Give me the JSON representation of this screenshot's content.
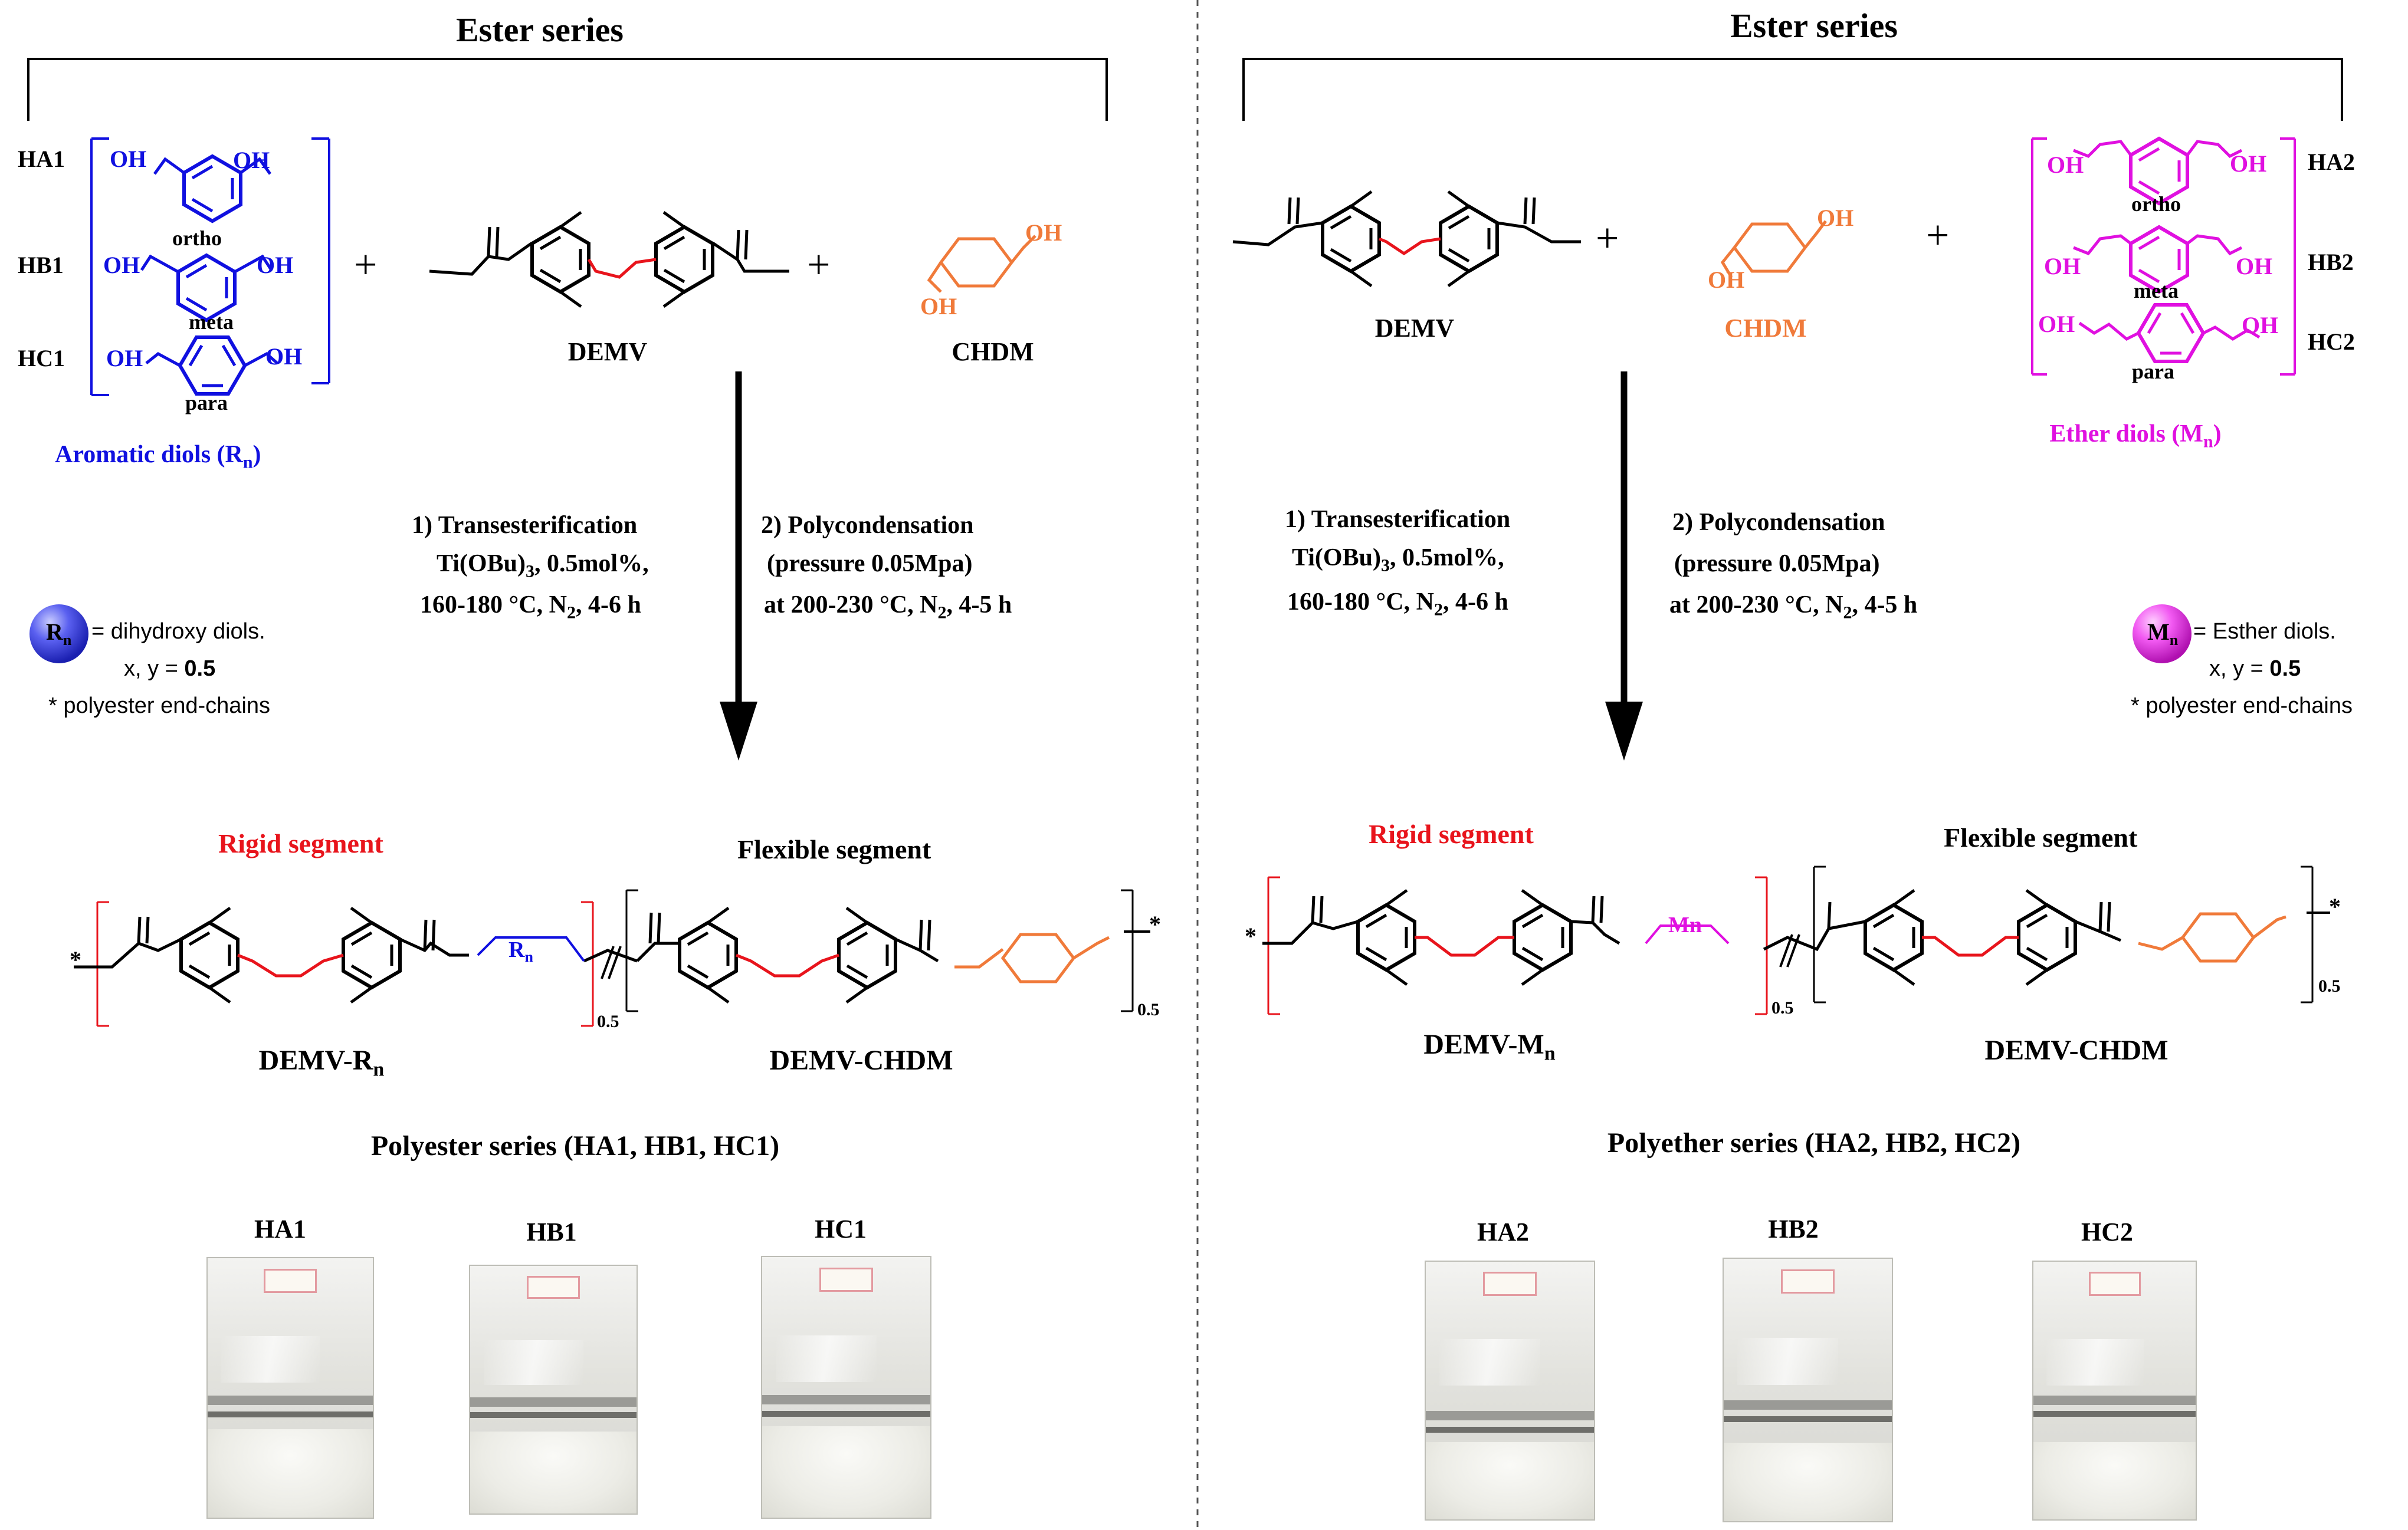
{
  "left": {
    "header": "Ester series",
    "diol_codes": [
      "HA1",
      "HB1",
      "HC1"
    ],
    "diol_isomers": [
      "ortho",
      "meta",
      "para"
    ],
    "diol_group_label": "Aromatic diols (R",
    "diol_group_sub": "n",
    "diol_group_close": ")",
    "oh": "OH",
    "demv_label": "DEMV",
    "chdm_label": "CHDM",
    "plus": "+",
    "step1_line1": "1) Transesterification",
    "step1_line2": "Ti(OBu)",
    "step1_line2_sub": "3",
    "step1_line2_rest": ", 0.5mol%,",
    "step1_line3": "160-180 °C, N",
    "step1_line3_sub": "2",
    "step1_line3_rest": ", 4-6 h",
    "step2_line1": "2) Polycondensation",
    "step2_line2": "(pressure 0.05Mpa)",
    "step2_line3": "at 200-230 °C, N",
    "step2_line3_sub": "2",
    "step2_line3_rest": ", 4-5 h",
    "legend_ball": "R",
    "legend_ball_sub": "n",
    "legend_line1": "= dihydroxy diols.",
    "legend_line2": "x, y = ",
    "legend_line2_bold": "0.5",
    "legend_line3": "* polyester end-chains",
    "rigid_label": "Rigid segment",
    "flexible_label": "Flexible segment",
    "product_left": "DEMV-R",
    "product_left_sub": "n",
    "product_right": "DEMV-CHDM",
    "repeat_sub": "0.5",
    "series_title": "Polyester series (HA1, HB1, HC1)",
    "samples": [
      "HA1",
      "HB1",
      "HC1"
    ]
  },
  "right": {
    "header": "Ester series",
    "diol_codes": [
      "HA2",
      "HB2",
      "HC2"
    ],
    "diol_isomers": [
      "ortho",
      "meta",
      "para"
    ],
    "diol_group_label": "Ether diols (M",
    "diol_group_sub": "n",
    "diol_group_close": ")",
    "oh": "OH",
    "demv_label": "DEMV",
    "chdm_label": "CHDM",
    "plus": "+",
    "step1_line1": "1) Transesterification",
    "step1_line2": "Ti(OBu)",
    "step1_line2_sub": "3",
    "step1_line2_rest": ", 0.5mol%,",
    "step1_line3": "160-180 °C, N",
    "step1_line3_sub": "2",
    "step1_line3_rest": ", 4-6 h",
    "step2_line1": "2) Polycondensation",
    "step2_line2": "(pressure 0.05Mpa)",
    "step2_line3": "at 200-230 °C, N",
    "step2_line3_sub": "2",
    "step2_line3_rest": ", 4-5 h",
    "legend_ball": "M",
    "legend_ball_sub": "n",
    "legend_line1": "= Esther diols.",
    "legend_line2": "x, y = ",
    "legend_line2_bold": "0.5",
    "legend_line3": "* polyester end-chains",
    "rigid_label": "Rigid segment",
    "flexible_label": "Flexible segment",
    "mn_inline": "Mn",
    "product_left": "DEMV-M",
    "product_left_sub": "n",
    "product_right": "DEMV-CHDM",
    "repeat_sub": "0.5",
    "series_title": "Polyether series (HA2, HB2, HC2)",
    "samples": [
      "HA2",
      "HB2",
      "HC2"
    ]
  },
  "chain_end": "*",
  "colors": {
    "aromatic": "#1010e0",
    "rigid": "#e8141c",
    "chdm": "#f07a3a",
    "ether": "#e010e0",
    "ink": "#000000"
  }
}
